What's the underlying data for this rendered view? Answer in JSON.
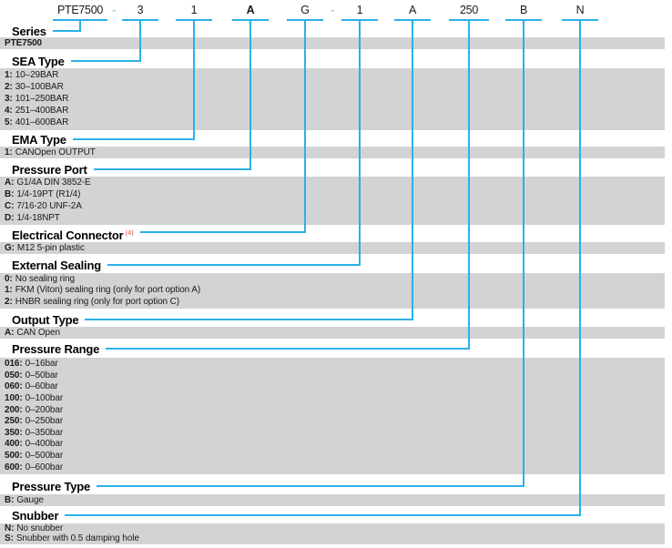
{
  "colors": {
    "accent_cyan": "#2BB1E7",
    "block_gray": "#D1D3D4",
    "footnote_red": "#F0837B",
    "separator_cyan": "#8ED1F0"
  },
  "ordering_code": {
    "segments": [
      {
        "label": "PTE7500"
      },
      {
        "label": "-"
      },
      {
        "label": "3"
      },
      {
        "label": "1"
      },
      {
        "label": "A"
      },
      {
        "label": "G"
      },
      {
        "label": "-"
      },
      {
        "label": "1"
      },
      {
        "label": "A"
      },
      {
        "label": "250"
      },
      {
        "label": "B"
      },
      {
        "label": "N"
      }
    ]
  },
  "sections": [
    {
      "title": "Series",
      "options": [
        {
          "b": "PTE7500",
          "t": ""
        }
      ]
    },
    {
      "title": "SEA Type",
      "options": [
        {
          "b": "1:",
          "t": "10–29BAR"
        },
        {
          "b": "2:",
          "t": "30–100BAR"
        },
        {
          "b": "3:",
          "t": "101–250BAR"
        },
        {
          "b": "4:",
          "t": "251–400BAR"
        },
        {
          "b": "5:",
          "t": "401–600BAR"
        }
      ]
    },
    {
      "title": "EMA Type",
      "options": [
        {
          "b": "1:",
          "t": "CANOpen OUTPUT"
        }
      ]
    },
    {
      "title": "Pressure Port",
      "options": [
        {
          "b": "A:",
          "t": "G1/4A DIN 3852-E"
        },
        {
          "b": "B:",
          "t": "1/4-19PT (R1/4)"
        },
        {
          "b": "C:",
          "t": "7/16-20 UNF-2A"
        },
        {
          "b": "D:",
          "t": "1/4-18NPT"
        }
      ]
    },
    {
      "title": "Electrical Connector",
      "sup": "(4)",
      "options": [
        {
          "b": "G:",
          "t": "M12 5-pin plastic"
        }
      ]
    },
    {
      "title": "External Sealing",
      "options": [
        {
          "b": "0:",
          "t": "No sealing ring"
        },
        {
          "b": "1:",
          "t": "FKM (Viton) sealing ring (only for port option A)"
        },
        {
          "b": "2:",
          "t": "HNBR sealing ring (only for port option C)"
        }
      ]
    },
    {
      "title": "Output Type",
      "options": [
        {
          "b": "A:",
          "t": "CAN Open"
        }
      ]
    },
    {
      "title": "Pressure Range",
      "options": [
        {
          "b": "016:",
          "t": "0–16bar"
        },
        {
          "b": "050:",
          "t": "0–50bar"
        },
        {
          "b": "060:",
          "t": "0–60bar"
        },
        {
          "b": "100:",
          "t": "0–100bar"
        },
        {
          "b": "200:",
          "t": "0–200bar"
        },
        {
          "b": "250:",
          "t": "0–250bar"
        },
        {
          "b": "350:",
          "t": "0–350bar"
        },
        {
          "b": "400:",
          "t": "0–400bar"
        },
        {
          "b": "500:",
          "t": "0–500bar"
        },
        {
          "b": "600:",
          "t": "0–600bar"
        }
      ]
    },
    {
      "title": "Pressure Type",
      "options": [
        {
          "b": "B:",
          "t": "Gauge"
        }
      ]
    },
    {
      "title": "Snubber",
      "options": [
        {
          "b": "N:",
          "t": "No snubber"
        },
        {
          "b": "S:",
          "t": "Snubber with 0.5 damping hole"
        }
      ]
    }
  ]
}
